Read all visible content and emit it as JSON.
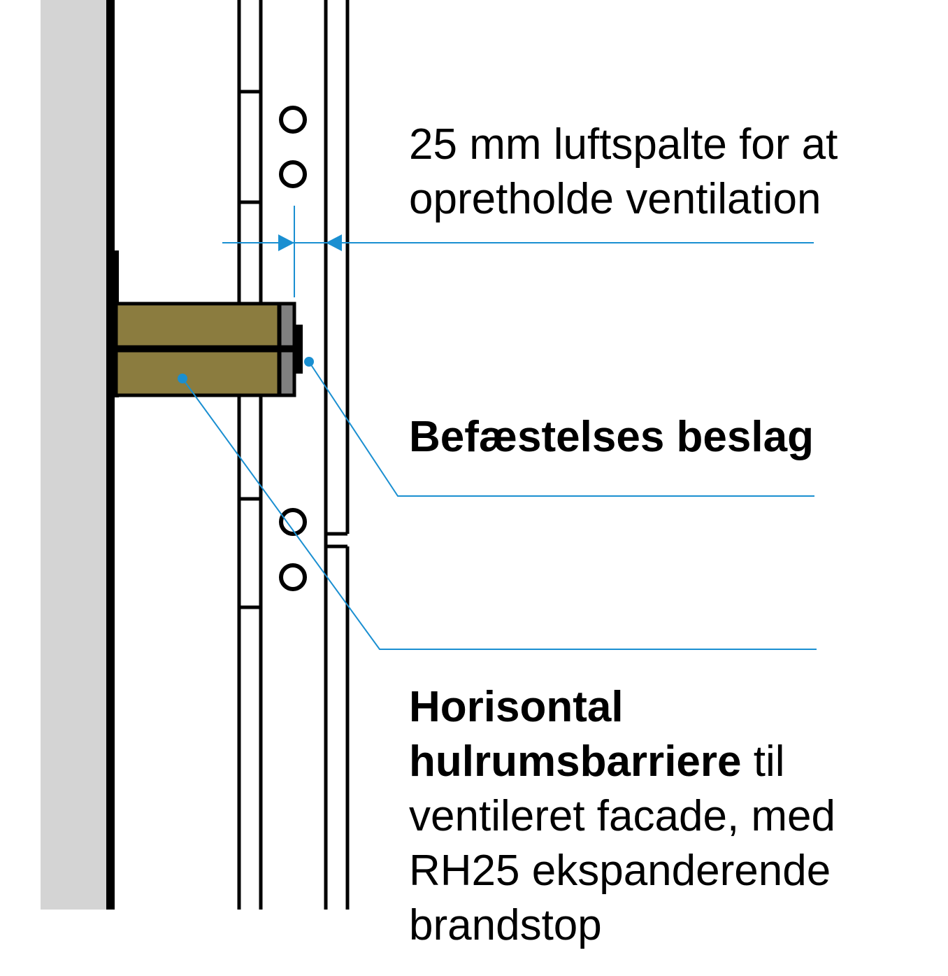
{
  "colors": {
    "wall": "#d4d4d4",
    "line": "#000000",
    "barrier": "#8b7c3f",
    "bracket_grey": "#808080",
    "leader": "#1a8fd1"
  },
  "labels": {
    "air_gap": {
      "line1": "25 mm luftspalte for at",
      "line2": "opretholde ventilation"
    },
    "bracket": {
      "text": "Befæstelses beslag"
    },
    "barrier": {
      "line1_bold": "Horisontal",
      "line2_bold": "hulrumsbarriere",
      "line2_rest": " til",
      "line3": "ventileret facade, med",
      "line4": "RH25 ekspanderende",
      "line5": "brandstop"
    }
  }
}
